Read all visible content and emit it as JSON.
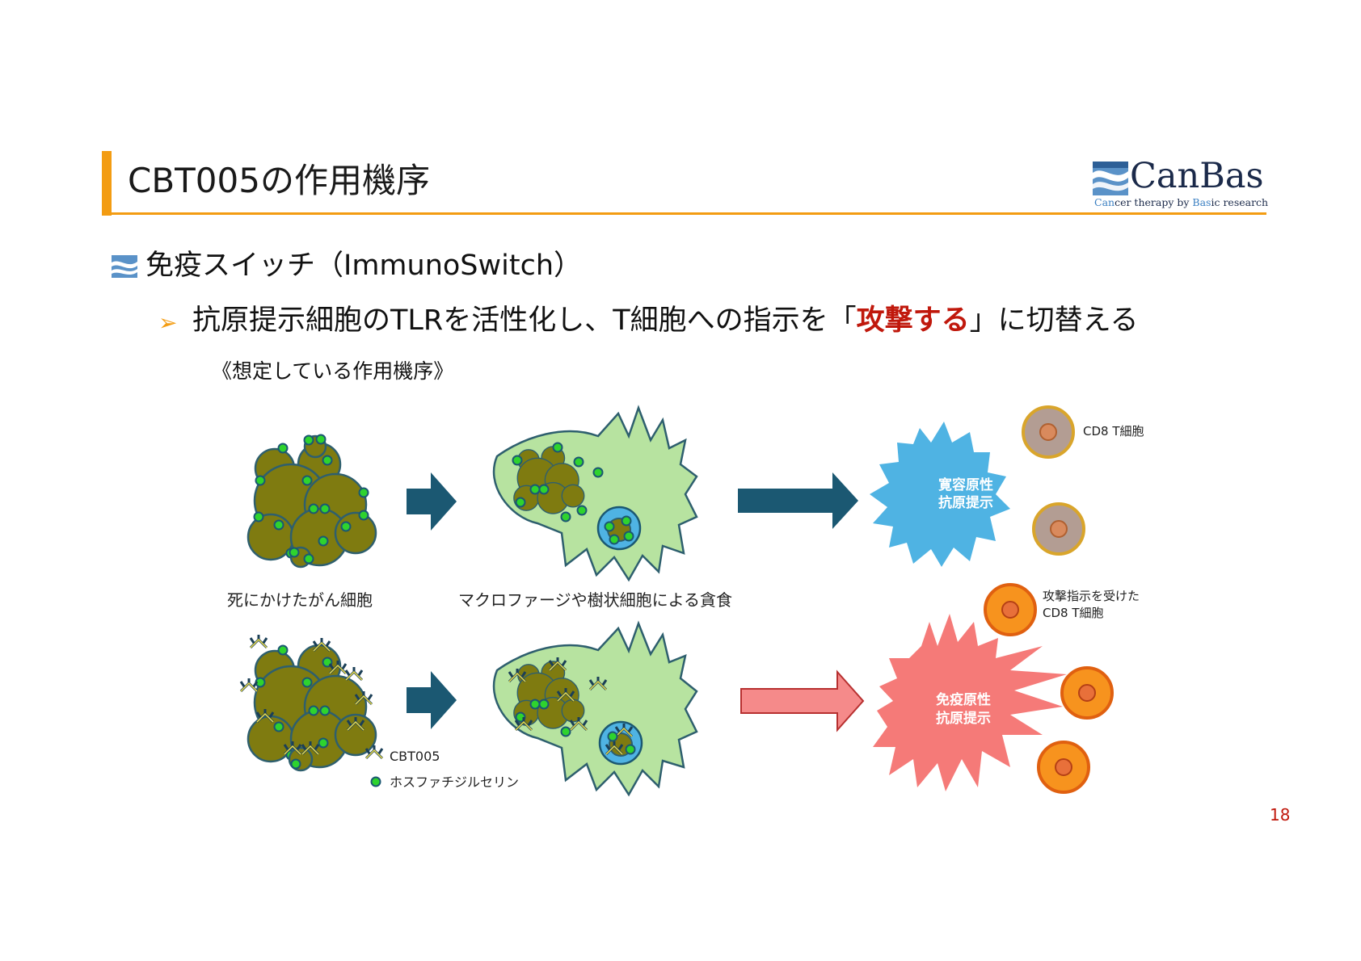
{
  "header": {
    "title": "CBT005の作用機序",
    "logo_word": "CanBas",
    "logo_tagline": {
      "part1": "Can",
      "part2": "cer therapy by ",
      "part3": "Bas",
      "part4": "ic research"
    },
    "accent_color": "#f39c12"
  },
  "body": {
    "bullet1": "免疫スイッチ（ImmunoSwitch）",
    "bullet2_prefix": "抗原提示細胞のTLRを活性化し、T細胞への指示を「",
    "bullet2_emphasis": "攻撃する",
    "bullet2_suffix": "」に切替える",
    "mechanism_label": "《想定している作用機序》"
  },
  "diagram": {
    "label_dying_cells": "死にかけたがん細胞",
    "label_phagocytosis": "マクロファージや樹状細胞による貪食",
    "label_cd8_top": "CD8 T細胞",
    "label_tolerogenic_line1": "寛容原性",
    "label_tolerogenic_line2": "抗原提示",
    "label_attack_line1": "攻撃指示を受けた",
    "label_attack_line2": "CD8 T細胞",
    "label_immunogenic_line1": "免疫原性",
    "label_immunogenic_line2": "抗原提示",
    "legend_cbt005": "CBT005",
    "legend_ps": "ホスファチジルセリン",
    "colors": {
      "tumor": "#7f7b10",
      "ps_dot": "#2ed32e",
      "macrophage": "#b7e3a0",
      "arrow_dark": "#1b5872",
      "arrow_pink": "#f58a8a",
      "tolerogenic_cell": "#4fb3e3",
      "immunogenic_cell": "#f57a78",
      "tcell_resting": "#b39d93",
      "tcell_active": "#f7931e"
    }
  },
  "page_number": "18"
}
